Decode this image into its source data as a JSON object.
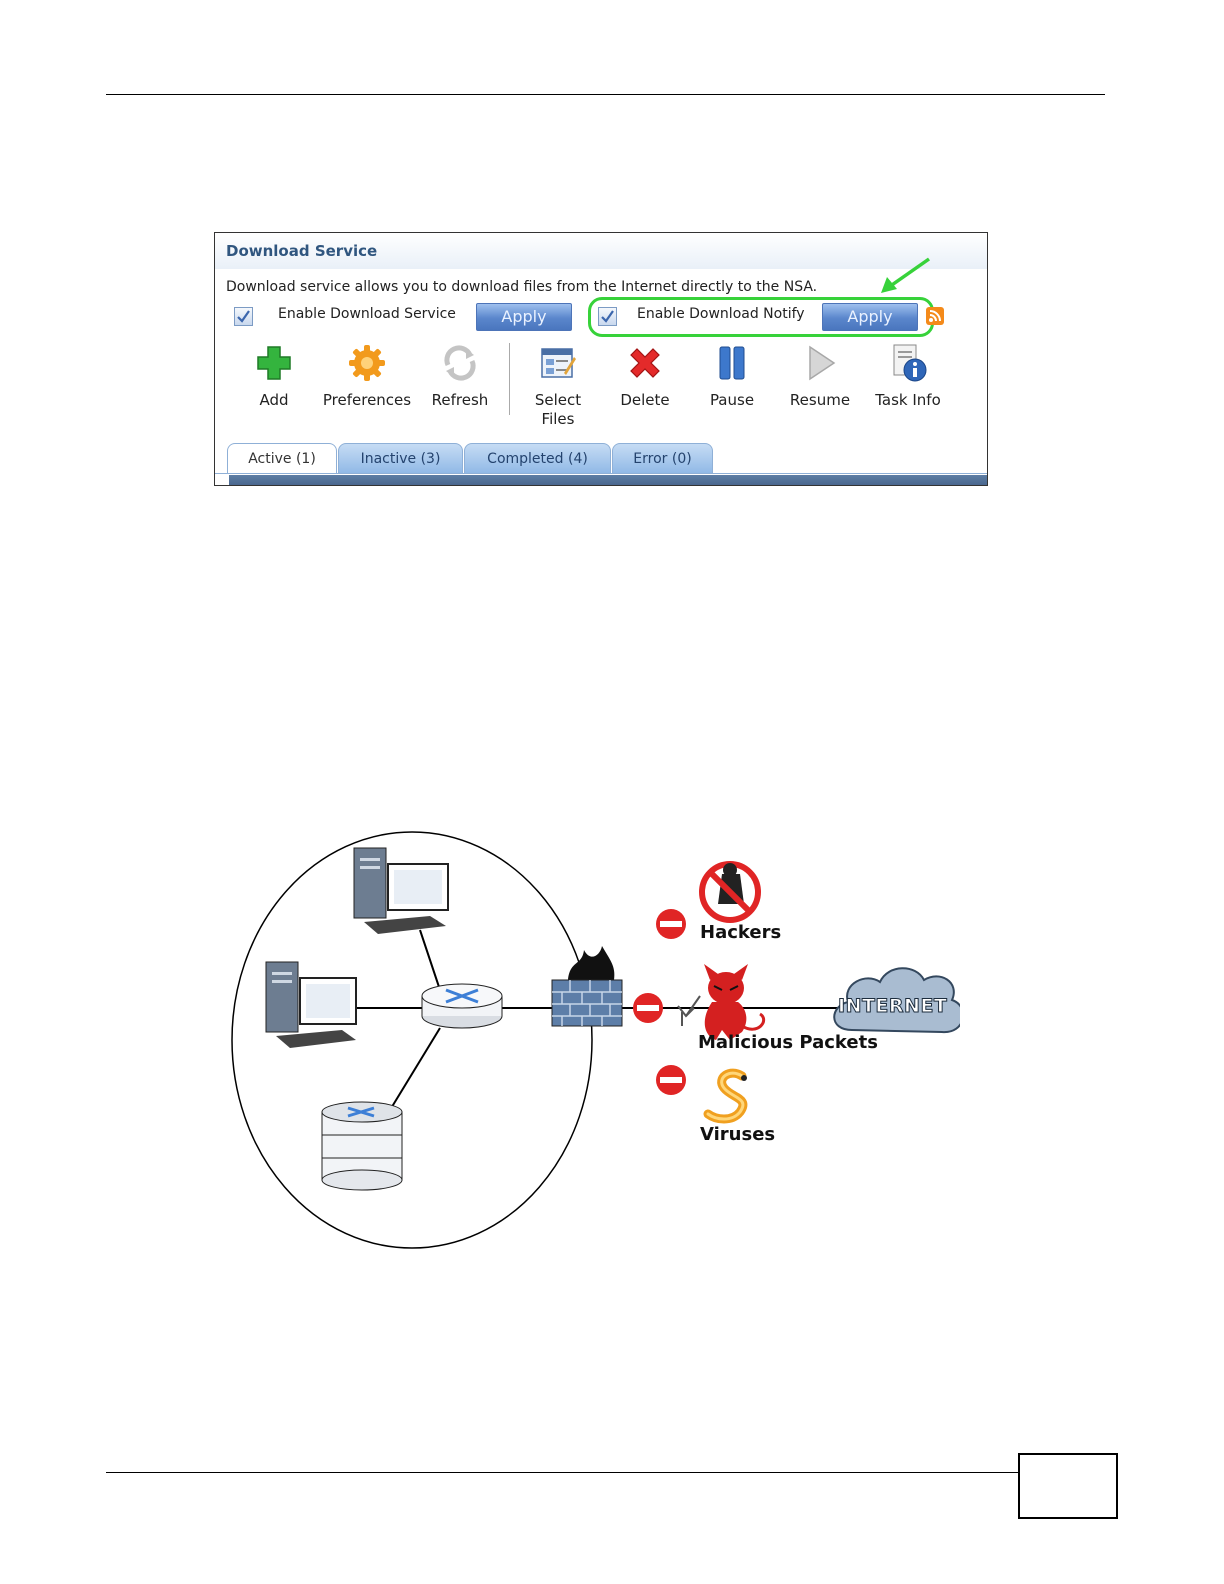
{
  "screenshot": {
    "panel_title": "Download Service",
    "description": "Download service allows you to download files from the Internet directly to the NSA.",
    "enable_service_label": "Enable Download Service",
    "enable_notify_label": "Enable Download Notify",
    "apply_label": "Apply",
    "toolbar": [
      {
        "label": "Add",
        "icon": "add-icon"
      },
      {
        "label": "Preferences",
        "icon": "gear-icon"
      },
      {
        "label": "Refresh",
        "icon": "refresh-icon"
      },
      {
        "label": "Select Files",
        "icon": "select-files-icon"
      },
      {
        "label": "Delete",
        "icon": "delete-icon"
      },
      {
        "label": "Pause",
        "icon": "pause-icon"
      },
      {
        "label": "Resume",
        "icon": "resume-icon"
      },
      {
        "label": "Task Info",
        "icon": "info-icon"
      }
    ],
    "tabs": [
      "Active (1)",
      "Inactive (3)",
      "Completed (4)",
      "Error (0)"
    ]
  },
  "diagram": {
    "threats": [
      "Hackers",
      "Malicious Packets",
      "Viruses"
    ],
    "cloud_label": "INTERNET"
  },
  "colors": {
    "highlight": "#37d23a",
    "apply_button": "#5a86cc",
    "tab": "#8fb8e6",
    "title_text": "#30567f"
  }
}
